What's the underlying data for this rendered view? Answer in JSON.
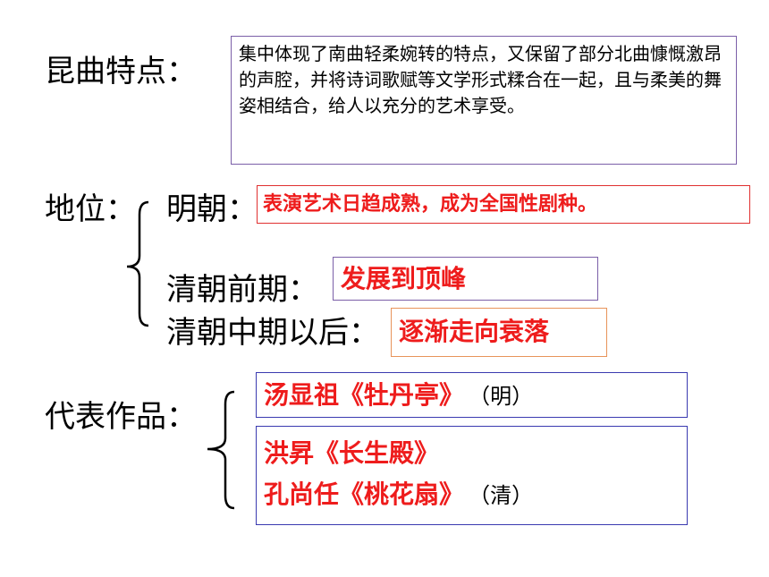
{
  "colors": {
    "accent_red": "#ee1c1c",
    "border_purple": "#7b5fa8",
    "border_red": "#e03030",
    "border_orange": "#e8945a",
    "border_blue": "#3a3ab0"
  },
  "features": {
    "label": "昆曲特点：",
    "description": "集中体现了南曲轻柔婉转的特点，又保留了部分北曲慷慨激昂的声腔，并将诗词歌赋等文学形式糅合在一起，且与柔美的舞姿相结合，给人以充分的艺术享受。"
  },
  "status": {
    "label": "地位：",
    "ming": {
      "label": "明朝：",
      "text": "表演艺术日趋成熟，成为全国性剧种。"
    },
    "early_qing": {
      "label": "清朝前期：",
      "text": "发展到顶峰"
    },
    "mid_qing": {
      "label": "清朝中期以后：",
      "text": "逐渐走向衰落"
    }
  },
  "works": {
    "label": "代表作品：",
    "ming_work": {
      "title": "汤显祖《牡丹亭》",
      "era": "（明）"
    },
    "qing_work_1": {
      "title": "洪昇《长生殿》"
    },
    "qing_work_2": {
      "title": "孔尚任《桃花扇》",
      "era": "（清）"
    }
  }
}
